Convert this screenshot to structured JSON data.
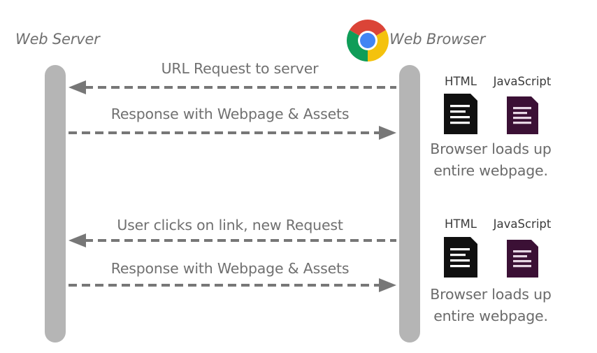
{
  "colors": {
    "lifeline": "#b5b5b5",
    "arrow": "#777777",
    "text": "#707070",
    "html_doc": "#101010",
    "js_doc": "#3b1035"
  },
  "actors": {
    "server": {
      "label": "Web Server"
    },
    "browser": {
      "label": "Web Browser",
      "icon": "chrome-logo-icon"
    }
  },
  "messages": [
    {
      "label": "URL Request to server",
      "direction": "to-server"
    },
    {
      "label": "Response with Webpage & Assets",
      "direction": "to-browser"
    },
    {
      "label": "User clicks on link, new Request",
      "direction": "to-server"
    },
    {
      "label": "Response with Webpage & Assets",
      "direction": "to-browser"
    }
  ],
  "loads": [
    {
      "html_label": "HTML",
      "js_label": "JavaScript",
      "caption_line1": "Browser loads up",
      "caption_line2": "entire webpage."
    },
    {
      "html_label": "HTML",
      "js_label": "JavaScript",
      "caption_line1": "Browser loads up",
      "caption_line2": "entire webpage."
    }
  ]
}
